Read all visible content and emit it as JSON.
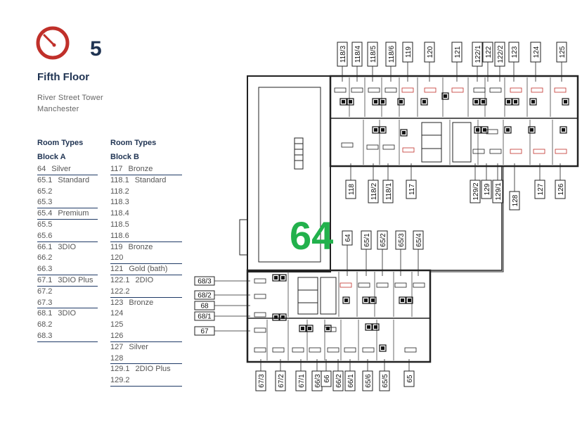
{
  "header": {
    "floor_number": "5",
    "floor_title": "Fifth Floor",
    "address_line1": "River Street Tower",
    "address_line2": "Manchester"
  },
  "legend": {
    "heading_a": "Room Types",
    "heading_b": "Room Types",
    "block_a_label": "Block A",
    "block_b_label": "Block B",
    "block_a": [
      {
        "code": "64",
        "type": "Silver",
        "underline": true
      },
      {
        "code": "65.1",
        "type": "Standard",
        "underline": false
      },
      {
        "code": "65.2",
        "type": "",
        "underline": false
      },
      {
        "code": "65.3",
        "type": "",
        "underline": true
      },
      {
        "code": "65.4",
        "type": "Premium",
        "underline": true
      },
      {
        "code": "65.5",
        "type": "",
        "underline": false
      },
      {
        "code": "65.6",
        "type": "",
        "underline": true
      },
      {
        "code": "66.1",
        "type": "3DIO",
        "underline": false
      },
      {
        "code": "66.2",
        "type": "",
        "underline": false
      },
      {
        "code": "66.3",
        "type": "",
        "underline": true
      },
      {
        "code": "67.1",
        "type": "3DIO Plus",
        "underline": true
      },
      {
        "code": "67.2",
        "type": "",
        "underline": false
      },
      {
        "code": "67.3",
        "type": "",
        "underline": true
      },
      {
        "code": "68.1",
        "type": "3DIO",
        "underline": false
      },
      {
        "code": "68.2",
        "type": "",
        "underline": false
      },
      {
        "code": "68.3",
        "type": "",
        "underline": true
      }
    ],
    "block_b": [
      {
        "code": "117",
        "type": "Bronze",
        "underline": true
      },
      {
        "code": "118.1",
        "type": "Standard",
        "underline": false
      },
      {
        "code": "118.2",
        "type": "",
        "underline": false
      },
      {
        "code": "118.3",
        "type": "",
        "underline": false
      },
      {
        "code": "118.4",
        "type": "",
        "underline": false
      },
      {
        "code": "118.5",
        "type": "",
        "underline": false
      },
      {
        "code": "118.6",
        "type": "",
        "underline": true
      },
      {
        "code": "119",
        "type": "Bronze",
        "underline": false
      },
      {
        "code": "120",
        "type": "",
        "underline": true
      },
      {
        "code": "121",
        "type": "Gold (bath)",
        "underline": true
      },
      {
        "code": "122.1",
        "type": "2DIO",
        "underline": false
      },
      {
        "code": "122.2",
        "type": "",
        "underline": true
      },
      {
        "code": "123",
        "type": "Bronze",
        "underline": false
      },
      {
        "code": "124",
        "type": "",
        "underline": false
      },
      {
        "code": "125",
        "type": "",
        "underline": false
      },
      {
        "code": "126",
        "type": "",
        "underline": true
      },
      {
        "code": "127",
        "type": "Silver",
        "underline": false
      },
      {
        "code": "128",
        "type": "",
        "underline": true
      },
      {
        "code": "129.1",
        "type": "2DIO Plus",
        "underline": false
      },
      {
        "code": "129.2",
        "type": "",
        "underline": true
      }
    ]
  },
  "plan": {
    "highlight_label": "64",
    "highlight_color": "#22b14c",
    "icon_color": "#c0302a",
    "top_tags": [
      "118/3",
      "118/4",
      "118/5",
      "118/6",
      "119",
      "120",
      "121",
      "122/1",
      "122",
      "122/2",
      "123",
      "124",
      "125"
    ],
    "mid_tags": [
      "118",
      "118/2",
      "118/1",
      "117",
      "129/2",
      "129",
      "129/1",
      "128",
      "127",
      "126"
    ],
    "blockA_top_tags": [
      "64",
      "65/1",
      "65/2",
      "65/3",
      "65/4"
    ],
    "left_tags": [
      "68/3",
      "68/2",
      "68",
      "68/1",
      "67"
    ],
    "bottom_tags": [
      "67/3",
      "67/2",
      "67/1",
      "66/3",
      "66",
      "66/2",
      "66/1",
      "65/6",
      "65/5",
      "65"
    ]
  }
}
